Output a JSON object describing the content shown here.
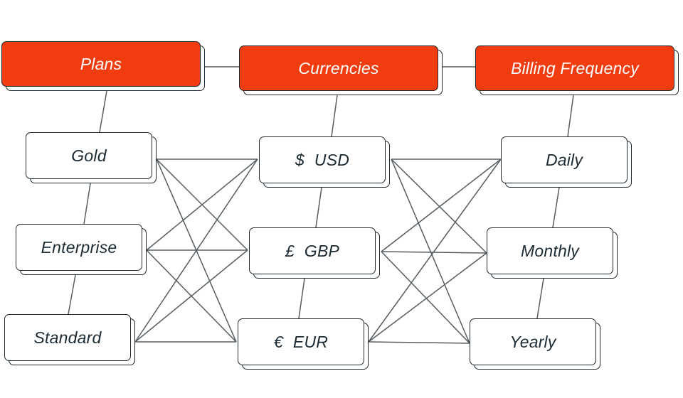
{
  "colors": {
    "header_fill": "#f03c0e",
    "header_text": "#ffffff",
    "node_border": "#1f2a30",
    "node_text": "#1b2a33",
    "line": "#555d61"
  },
  "headers": {
    "plans": "Plans",
    "currencies": "Currencies",
    "billing": "Billing Frequency"
  },
  "plans": {
    "gold": "Gold",
    "enterprise": "Enterprise",
    "standard": "Standard"
  },
  "currencies": {
    "usd": {
      "symbol": "$",
      "code": "USD"
    },
    "gbp": {
      "symbol": "£",
      "code": "GBP"
    },
    "eur": {
      "symbol": "€",
      "code": "EUR"
    }
  },
  "billing": {
    "daily": "Daily",
    "monthly": "Monthly",
    "yearly": "Yearly"
  }
}
